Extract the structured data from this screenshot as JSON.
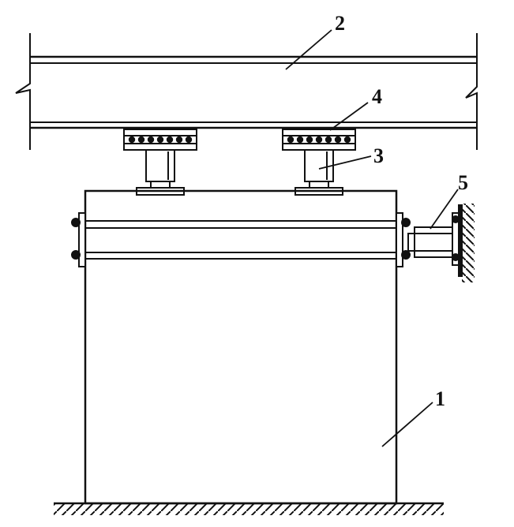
{
  "labels": {
    "column": "1",
    "beam": "2",
    "jack": "3",
    "bearing": "4",
    "lateral_support": "5"
  },
  "colors": {
    "line": "#111111",
    "background": "#ffffff"
  }
}
